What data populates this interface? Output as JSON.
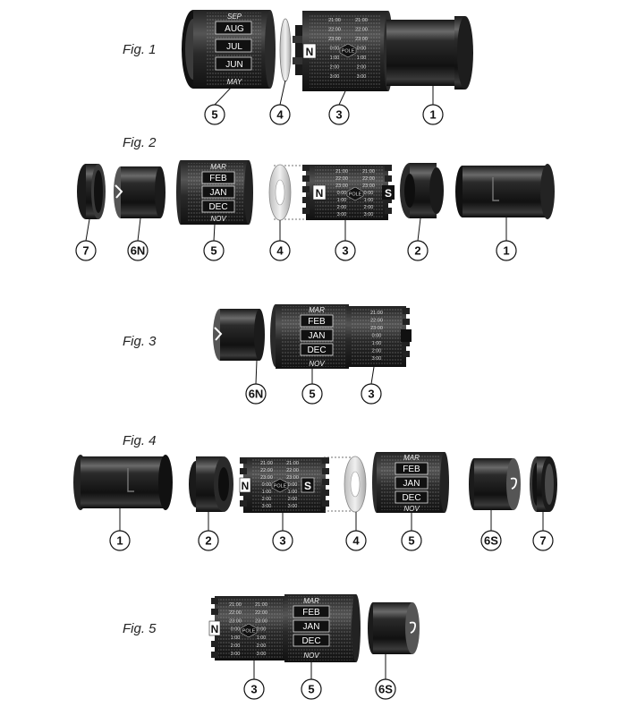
{
  "figures": [
    {
      "label": "Fig. 1",
      "callouts": [
        "5",
        "4",
        "3",
        "1"
      ],
      "months": {
        "top": "SEP",
        "a": "AUG",
        "b": "JUL",
        "c": "JUN",
        "bottom": "MAY"
      },
      "pole": "N"
    },
    {
      "label": "Fig. 2",
      "callouts": [
        "7",
        "6N",
        "5",
        "4",
        "3",
        "2",
        "1"
      ],
      "months": {
        "top": "MAR",
        "a": "FEB",
        "b": "JAN",
        "c": "DEC",
        "bottom": "NOV"
      },
      "pole": "N",
      "pole2": "S"
    },
    {
      "label": "Fig. 3",
      "callouts": [
        "6N",
        "5",
        "3"
      ],
      "months": {
        "top": "MAR",
        "a": "FEB",
        "b": "JAN",
        "c": "DEC",
        "bottom": "NOV"
      }
    },
    {
      "label": "Fig. 4",
      "callouts": [
        "1",
        "2",
        "3",
        "4",
        "5",
        "6S",
        "7"
      ],
      "months": {
        "top": "MAR",
        "a": "FEB",
        "b": "JAN",
        "c": "DEC",
        "bottom": "NOV"
      },
      "pole": "N",
      "pole2": "S"
    },
    {
      "label": "Fig. 5",
      "callouts": [
        "3",
        "5",
        "6S"
      ],
      "months": {
        "top": "MAR",
        "a": "FEB",
        "b": "JAN",
        "c": "DEC",
        "bottom": "NOV"
      },
      "pole": "N"
    }
  ],
  "hours": [
    "21:00",
    "22:00",
    "23:00",
    "0:00",
    "1:00",
    "2:00",
    "3:00"
  ],
  "hours_alt": [
    "21:00",
    "22:00",
    "23:00",
    "0:00",
    "1:00",
    "2:00",
    "3:00"
  ],
  "pole_word": "POLE"
}
